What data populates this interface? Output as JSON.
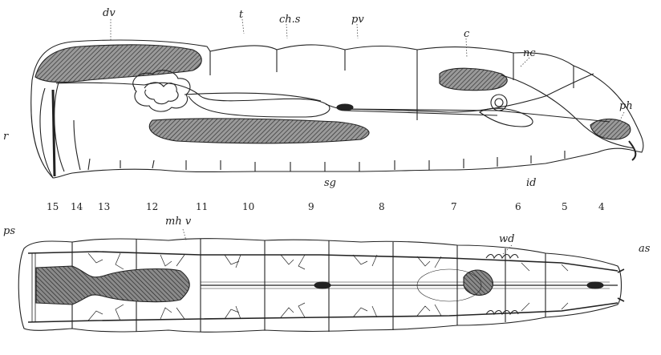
{
  "colors": {
    "ink": "#222222",
    "background": "#ffffff",
    "hatch": "#555555"
  },
  "top_figure": {
    "labels": {
      "dv": "dv",
      "t": "t",
      "chs": "ch.s",
      "pv": "pv",
      "c": "c",
      "nc": "nc",
      "ph": "ph",
      "r": "r",
      "sg": "sg",
      "id": "id"
    }
  },
  "segment_numbers": [
    "15",
    "14",
    "13",
    "12",
    "11",
    "10",
    "9",
    "8",
    "7",
    "6",
    "5",
    "4"
  ],
  "bottom_figure": {
    "labels": {
      "ps": "ps",
      "mhv": "mh v",
      "wd": "wd",
      "as": "as"
    }
  }
}
